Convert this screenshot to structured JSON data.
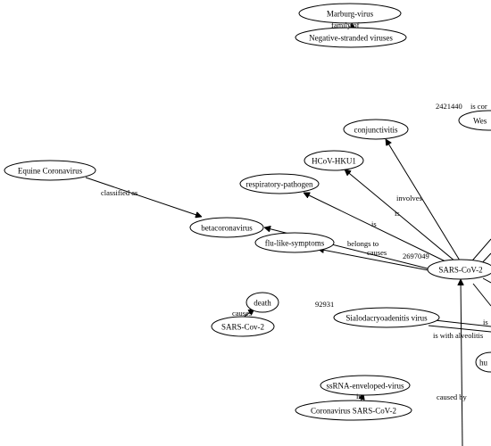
{
  "nodes": [
    {
      "id": "marburg",
      "label": "Marburg-virus"
    },
    {
      "id": "negstrand",
      "label": "Negative-stranded viruses"
    },
    {
      "id": "equine",
      "label": "Equine Coronavirus"
    },
    {
      "id": "betacov",
      "label": "betacoronavirus"
    },
    {
      "id": "conj",
      "label": "conjunctivitis"
    },
    {
      "id": "hcov",
      "label": "HCoV-HKU1"
    },
    {
      "id": "resp",
      "label": "respiratory-pathogen"
    },
    {
      "id": "flu",
      "label": "flu-like-symptoms"
    },
    {
      "id": "sars2",
      "label": "SARS-CoV-2"
    },
    {
      "id": "death",
      "label": "death"
    },
    {
      "id": "sarscov2b",
      "label": "SARS-Cov-2"
    },
    {
      "id": "sialo",
      "label": "Sialodacryoadenitis virus"
    },
    {
      "id": "ssrna",
      "label": "ssRNA-enveloped-virus"
    },
    {
      "id": "corosars",
      "label": "Coronavirus SARS-CoV-2"
    },
    {
      "id": "wes",
      "label": "Wes"
    },
    {
      "id": "hu",
      "label": "hu"
    }
  ],
  "edge_labels": [
    {
      "id": "family-of",
      "label": "family of"
    },
    {
      "id": "classified-as",
      "label": "classified as"
    },
    {
      "id": "involves",
      "label": "involves"
    },
    {
      "id": "is-resp",
      "label": "is"
    },
    {
      "id": "is-hcov",
      "label": "is"
    },
    {
      "id": "belongs-to",
      "label": "belongs to"
    },
    {
      "id": "causes-flu",
      "label": "causes"
    },
    {
      "id": "causes-death",
      "label": "causes"
    },
    {
      "id": "is-ssrna",
      "label": "is"
    },
    {
      "id": "is-with-alveolitis",
      "label": "is with alveolitis"
    },
    {
      "id": "is-sialo",
      "label": "is"
    },
    {
      "id": "caused-by",
      "label": "caused by"
    },
    {
      "id": "is-cor",
      "label": "is cor"
    }
  ],
  "numbers": [
    {
      "id": "n-2421440",
      "label": "2421440"
    },
    {
      "id": "n-2697049",
      "label": "2697049"
    },
    {
      "id": "n-92931",
      "label": "92931"
    }
  ]
}
